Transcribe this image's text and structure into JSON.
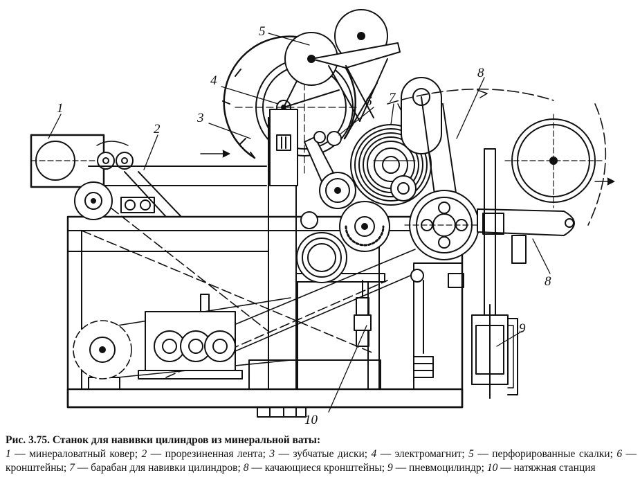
{
  "figure": {
    "labels": [
      "1",
      "2",
      "3",
      "4",
      "5",
      "6",
      "7",
      "8",
      "8",
      "9",
      "10"
    ]
  },
  "caption": {
    "title": "Рис. 3.75. Станок для навивки цилиндров из минеральной ваты:",
    "legend": [
      {
        "num": "1",
        "text": " — минераловатный ковер; "
      },
      {
        "num": "2",
        "text": " — прорезиненная лента; "
      },
      {
        "num": "3",
        "text": " — зубчатые диски; "
      },
      {
        "num": "4",
        "text": " — электромагнит; "
      },
      {
        "num": "5",
        "text": " — перфорированные скалки; "
      },
      {
        "num": "6",
        "text": " — кронштейны; "
      },
      {
        "num": "7",
        "text": " — барабан для навивки цилиндров; "
      },
      {
        "num": "8",
        "text": " — качающиеся кронштейны; "
      },
      {
        "num": "9",
        "text": " — пневмоцилиндр; "
      },
      {
        "num": "10",
        "text": " — натяжная станция"
      }
    ]
  }
}
